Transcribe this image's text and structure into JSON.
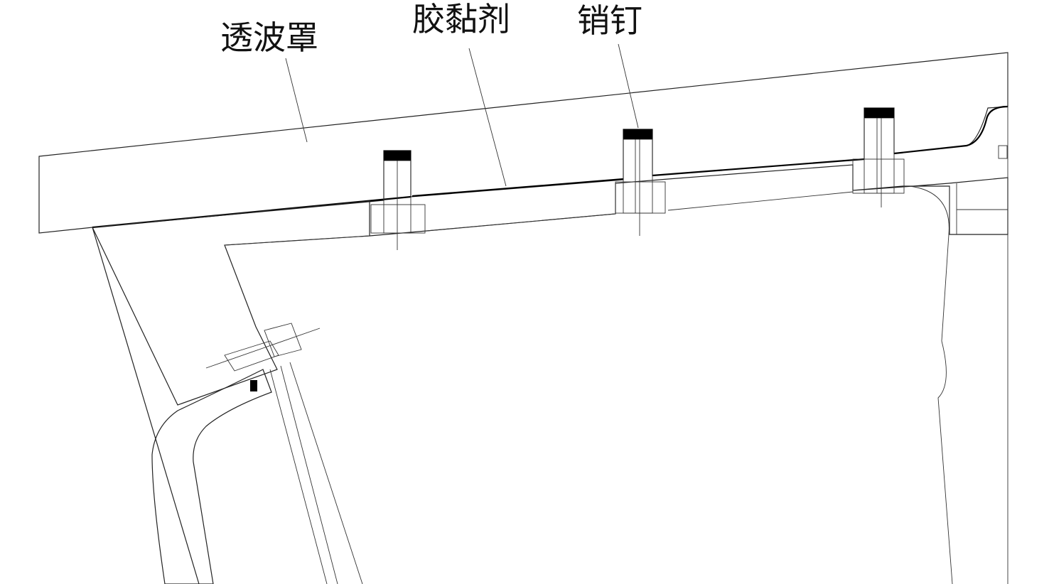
{
  "labels": {
    "radome": "透波罩",
    "adhesive": "胶黏剂",
    "pin": "销钉"
  },
  "colors": {
    "line": "#222222",
    "hatch": "#555555",
    "cap": "#000000",
    "background": "#ffffff"
  }
}
